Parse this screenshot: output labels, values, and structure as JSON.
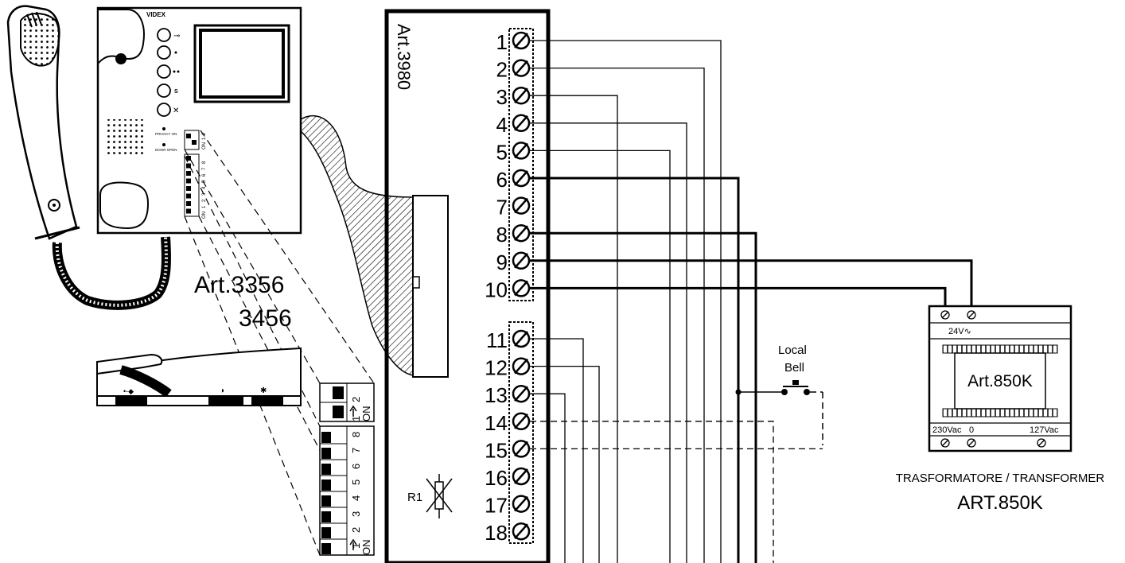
{
  "monitor": {
    "brand": "VIDEX",
    "privacy_label": "PRIVACY ON",
    "door_label": "DOOR OPEN",
    "key_symbol": "⊸",
    "s_label": "S",
    "mute_symbol": "✕",
    "switch_small": {
      "on": "ON",
      "nums": [
        "1",
        "2"
      ]
    },
    "switch_large": {
      "on": "ON",
      "nums": [
        "1",
        "2",
        "3",
        "4",
        "5",
        "6",
        "7",
        "8"
      ]
    }
  },
  "model_labels": {
    "line1": "Art.3356",
    "line2": "3456"
  },
  "phone_symbols": {
    "left": "•-◆",
    "middle": "◑",
    "right": "✱"
  },
  "dip_small": {
    "on": "ON",
    "nums": [
      "1",
      "2"
    ]
  },
  "dip_large": {
    "on": "ON",
    "nums": [
      "1",
      "2",
      "3",
      "4",
      "5",
      "6",
      "7",
      "8"
    ]
  },
  "terminal_block": {
    "title": "Art.3980",
    "resistor_label": "R1",
    "terminals": [
      "1",
      "2",
      "3",
      "4",
      "5",
      "6",
      "7",
      "8",
      "9",
      "10",
      "11",
      "12",
      "13",
      "14",
      "15",
      "16",
      "17",
      "18"
    ]
  },
  "local_bell": {
    "line1": "Local",
    "line2": "Bell"
  },
  "transformer": {
    "voltage_24": "24V∿",
    "model": "Art.850K",
    "v230": "230Vac",
    "zero": "0",
    "v127": "127Vac",
    "caption": "TRASFORMATORE / TRANSFORMER",
    "art": "ART.850K"
  }
}
